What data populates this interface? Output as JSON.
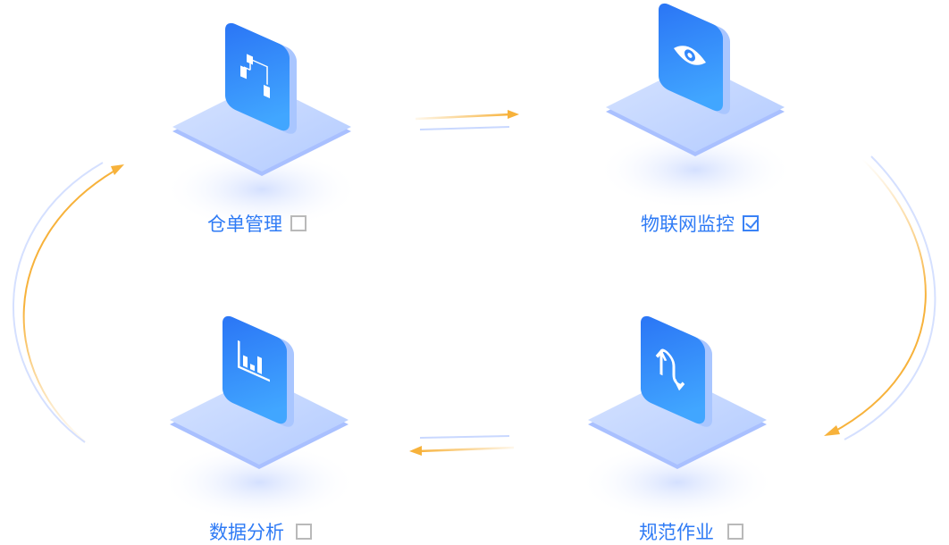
{
  "colors": {
    "accent": "#2f7bf5",
    "arrow": "#f7b23b",
    "tile_top": "#2a78f6",
    "tile_bottom": "#3fa2ff",
    "platform": "#bcd2ff"
  },
  "nodes": [
    {
      "label": "仓单管理",
      "icon": "flowchart-icon",
      "checked": false
    },
    {
      "label": "物联网监控",
      "icon": "eye-icon",
      "checked": true
    },
    {
      "label": "数据分析",
      "icon": "bar-chart-icon",
      "checked": false
    },
    {
      "label": "规范作业",
      "icon": "swap-arrows-icon",
      "checked": false
    }
  ]
}
